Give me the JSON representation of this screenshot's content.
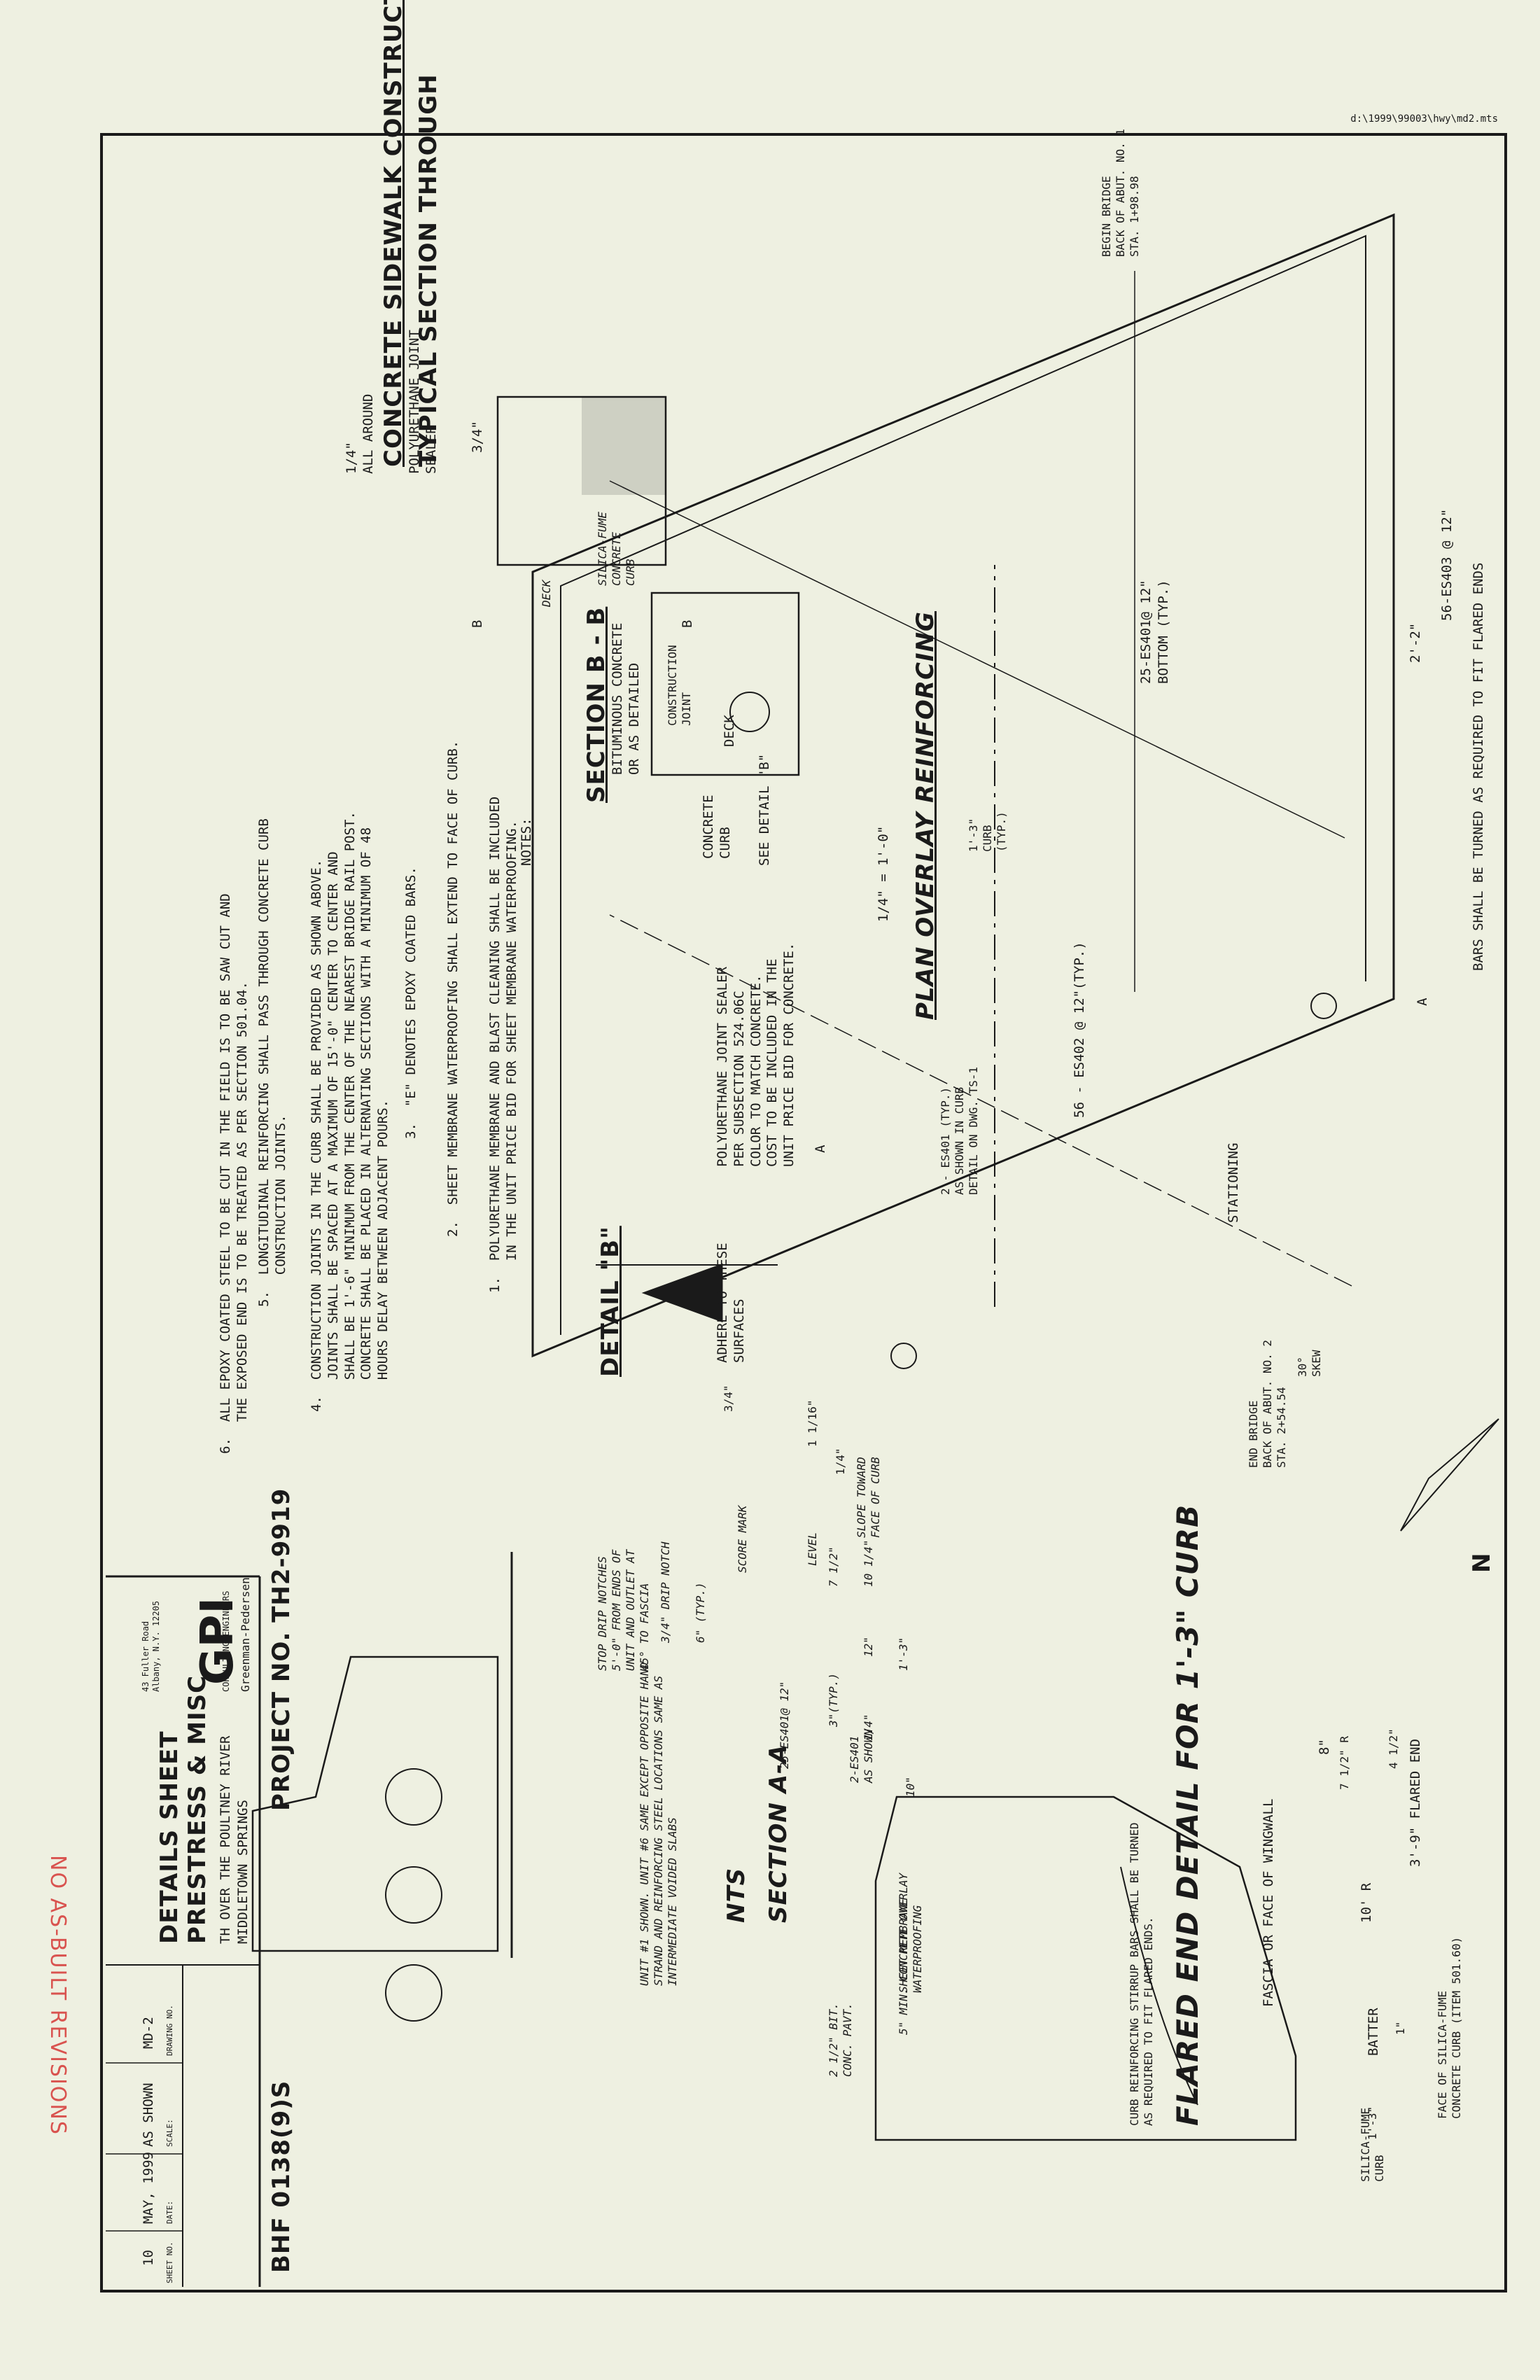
{
  "file_path": "d:\\1999\\99003\\hwy\\md2.mts",
  "plan": {
    "bars_note": "BARS SHALL BE TURNED AS REQUIRED TO FIT FLARED ENDS",
    "top_bars": "56-ES403 @ 12\"",
    "dim_2_2": "2'-2\"",
    "bottom_bars_1": "25-ES401@ 12\"",
    "bottom_bars_2": "BOTTOM (TYP.)",
    "long_bars": "56 - ES402 @ 12\"(TYP.)",
    "begin_bridge": "BEGIN BRIDGE\nBACK OF ABUT. NO. 1\nSTA. 1+98.98",
    "end_bridge": "END BRIDGE\nBACK OF ABUT. NO. 2\nSTA. 2+54.54",
    "curb_note": "1'-3\"\nCURB\n(TYP.)",
    "es401_note": "2 - ES401 (TYP.)\nAS SHOWN IN CURB\nDETAIL ON DWG. TS-1",
    "stationing": "STATIONING",
    "skew": "30°\nSKEW",
    "section_mark": "A",
    "north": "N",
    "title": "PLAN OVERLAY REINFORCING",
    "scale": "1/4\" = 1'-0\""
  },
  "flared": {
    "title": "FLARED END DETAIL FOR 1'-3\" CURB",
    "note": "CURB REINFORCING STIRRUP BARS SHALL BE TURNED\nAS REQUIRED TO FIT FLARED ENDS.",
    "dim_flared": "3'-9\" FLARED END",
    "dim_8": "8\"",
    "dim_4half": "4 1/2\"",
    "r_7half": "7 1/2\" R",
    "r_10": "10' R",
    "fascia": "FASCIA OR FACE OF WINGWALL",
    "batter": "BATTER",
    "batter_1": "1\"",
    "face_silica": "FACE OF SILICA-FUME\nCONCRETE CURB (ITEM 501.60)",
    "dim_1_3": "1'-3\"",
    "silica_curb": "SILICA-FUME\nCURB"
  },
  "typical": {
    "polyurethane": "POLYURETHANE JOINT\nSEALER",
    "quarter_all_around": "1/4\"\nALL AROUND",
    "three_quarter": "3/4\"",
    "b_mark": "B",
    "silica_curb": "SILICA-FUME\nCONCRETE\nCURB",
    "deck": "DECK",
    "bituminous": "BITUMINOUS CONCRETE\nOR AS DETAILED",
    "title_1": "TYPICAL SECTION THROUGH",
    "title_2": "CONCRETE SIDEWALK CONSTRUCTION JOINT"
  },
  "section_bb": {
    "construction_joint": "CONSTRUCTION\nJOINT",
    "see_detail": "SEE DETAIL \"B\"",
    "deck": "DECK",
    "concrete_curb": "CONCRETE\nCURB",
    "title": "SECTION B - B"
  },
  "detail_b": {
    "sealer": "POLYURETHANE JOINT SEALER\nPER SUBSECTION 524.06C\nCOLOR TO MATCH CONCRETE.\nCOST TO BE INCLUDED IN THE\nUNIT PRICE BID FOR CONCRETE.",
    "adhere": "ADHERE TO THESE\nSURFACES",
    "d_3_4": "3/4\"",
    "d_1_16": "1 1/16\"",
    "d_1_4": "1/4\"",
    "title": "DETAIL \"B\""
  },
  "notes": {
    "label": "NOTES:",
    "items": [
      "1.  POLYURETHANE MEMBRANE AND BLAST CLEANING SHALL BE INCLUDED\n    IN THE UNIT PRICE BID FOR SHEET MEMBRANE WATERPROOFING.",
      "2.  SHEET MEMBRANE WATERPROOFING SHALL EXTEND TO FACE OF CURB.",
      "3.  \"E\" DENOTES EPOXY COATED BARS.",
      "4.  CONSTRUCTION JOINTS IN THE CURB SHALL BE PROVIDED AS SHOWN ABOVE.\n    JOINTS SHALL BE SPACED AT A MAXIMUM OF 15'-0\" CENTER TO CENTER AND\n    SHALL BE 1'-6\" MINIMUM FROM THE CENTER OF THE NEAREST BRIDGE RAIL POST.\n    CONCRETE SHALL BE PLACED IN ALTERNATING SECTIONS WITH A MINIMUM OF 48\n    HOURS DELAY BETWEEN ADJACENT POURS.",
      "5.  LONGITUDINAL REINFORCING SHALL PASS THROUGH CONCRETE CURB\n    CONSTRUCTION JOINTS.",
      "6.  ALL EPOXY COATED STEEL TO BE CUT IN THE FIELD IS TO BE SAW CUT AND\n    THE EXPOSED END IS TO BE TREATED AS PER SECTION 501.04."
    ]
  },
  "section_aa": {
    "slope": "SLOPE TOWARD\nFACE OF CURB",
    "level": "LEVEL",
    "score_mark": "SCORE MARK",
    "d_7half": "7 1/2\"",
    "d_10quarter": "10 1/4\"",
    "d_6typ": "6\" (TYP.)",
    "drip": "3/4\" DRIP NOTCH",
    "stop_drip": "STOP DRIP NOTCHES\n5'-0\" FROM ENDS OF\nUNIT AND OUTLET AT\n45° TO FASCIA",
    "d_1_3": "1'-3\"",
    "d_12": "12\"",
    "d_3typ": "3\"(TYP.)",
    "d_1_4": "1/4\"",
    "d_10": "10\"",
    "es401_as_shown": "2-ES401\nAS SHOWN",
    "es401_bar": "25-ES401@ 12\"",
    "sheet_membrane": "SHEET MEMBRANE\nWATERPROOFING",
    "overlay": "5\" MIN. CONCRETE OVERLAY",
    "bit": "2 1/2\" BIT.\nCONC. PAVT.",
    "unit_note": "UNIT #1 SHOWN. UNIT #6 SAME EXCEPT OPPOSITE HAND\nSTRAND AND REINFORCING STEEL LOCATIONS SAME AS\nINTERMEDIATE VOIDED SLABS",
    "title": "SECTION A-A",
    "scale": "NTS"
  },
  "title_block": {
    "project": "PROJECT NO. TH2-9919",
    "bhf": "BHF 0138(9)S",
    "firm_logo": "GPI",
    "firm_name": "Greenman-Pedersen",
    "firm_sub": "CONSULTING ENGINEERS",
    "firm_addr": "43 Fuller Road\nAlbany, N.Y. 12205",
    "location_1": "MIDDLETOWN SPRINGS",
    "location_2": "TH OVER THE POULTNEY RIVER",
    "sheet_title_1": "PRESTRESS & MISC.",
    "sheet_title_2": "DETAILS SHEET",
    "drawing_no_label": "DRAWING NO.",
    "drawing_no": "MD-2",
    "scale_label": "SCALE:",
    "scale": "AS SHOWN",
    "date_label": "DATE:",
    "date": "MAY, 1999",
    "sheet_no_label": "SHEET NO.",
    "sheet_no": "10"
  },
  "stamp": "NO AS-BUILT REVISIONS"
}
